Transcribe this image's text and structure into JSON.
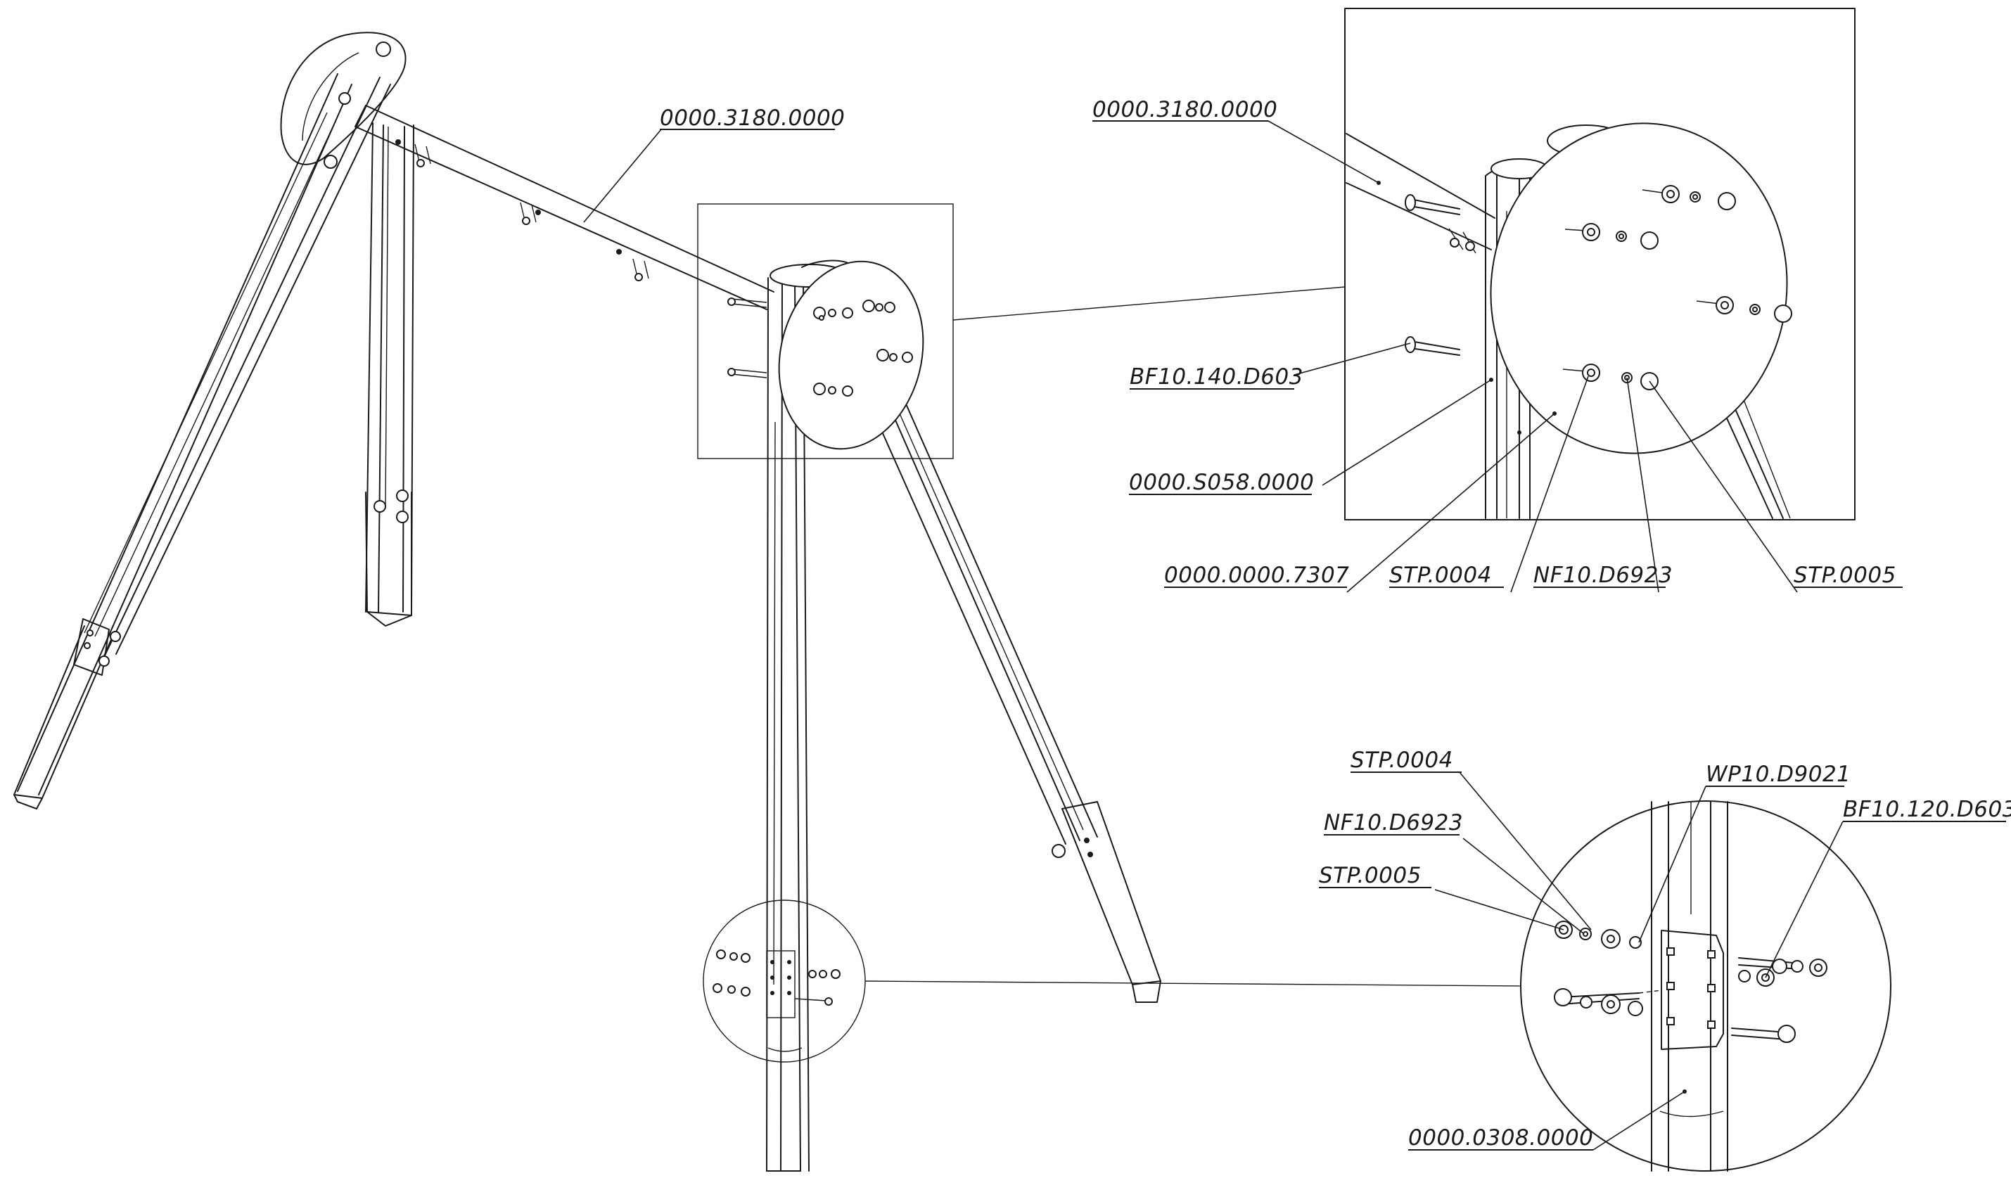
{
  "main_view": {
    "labels": [
      {
        "id": "beam",
        "text": "0000.3180.0000"
      }
    ]
  },
  "detail_top": {
    "labels": [
      {
        "id": "beam",
        "text": "0000.3180.0000"
      },
      {
        "id": "bolt",
        "text": "BF10.140.D603"
      },
      {
        "id": "plate",
        "text": "0000.S058.0000"
      },
      {
        "id": "post",
        "text": "0000.0000.7307"
      },
      {
        "id": "cap4",
        "text": "STP.0004"
      },
      {
        "id": "nut",
        "text": "NF10.D6923"
      },
      {
        "id": "cap5",
        "text": "STP.0005"
      }
    ]
  },
  "detail_bottom": {
    "labels": [
      {
        "id": "cap4",
        "text": "STP.0004"
      },
      {
        "id": "washer",
        "text": "WP10.D9021"
      },
      {
        "id": "nut",
        "text": "NF10.D6923"
      },
      {
        "id": "bolt",
        "text": "BF10.120.D603"
      },
      {
        "id": "cap5",
        "text": "STP.0005"
      },
      {
        "id": "sleeve",
        "text": "0000.0308.0000"
      }
    ]
  }
}
